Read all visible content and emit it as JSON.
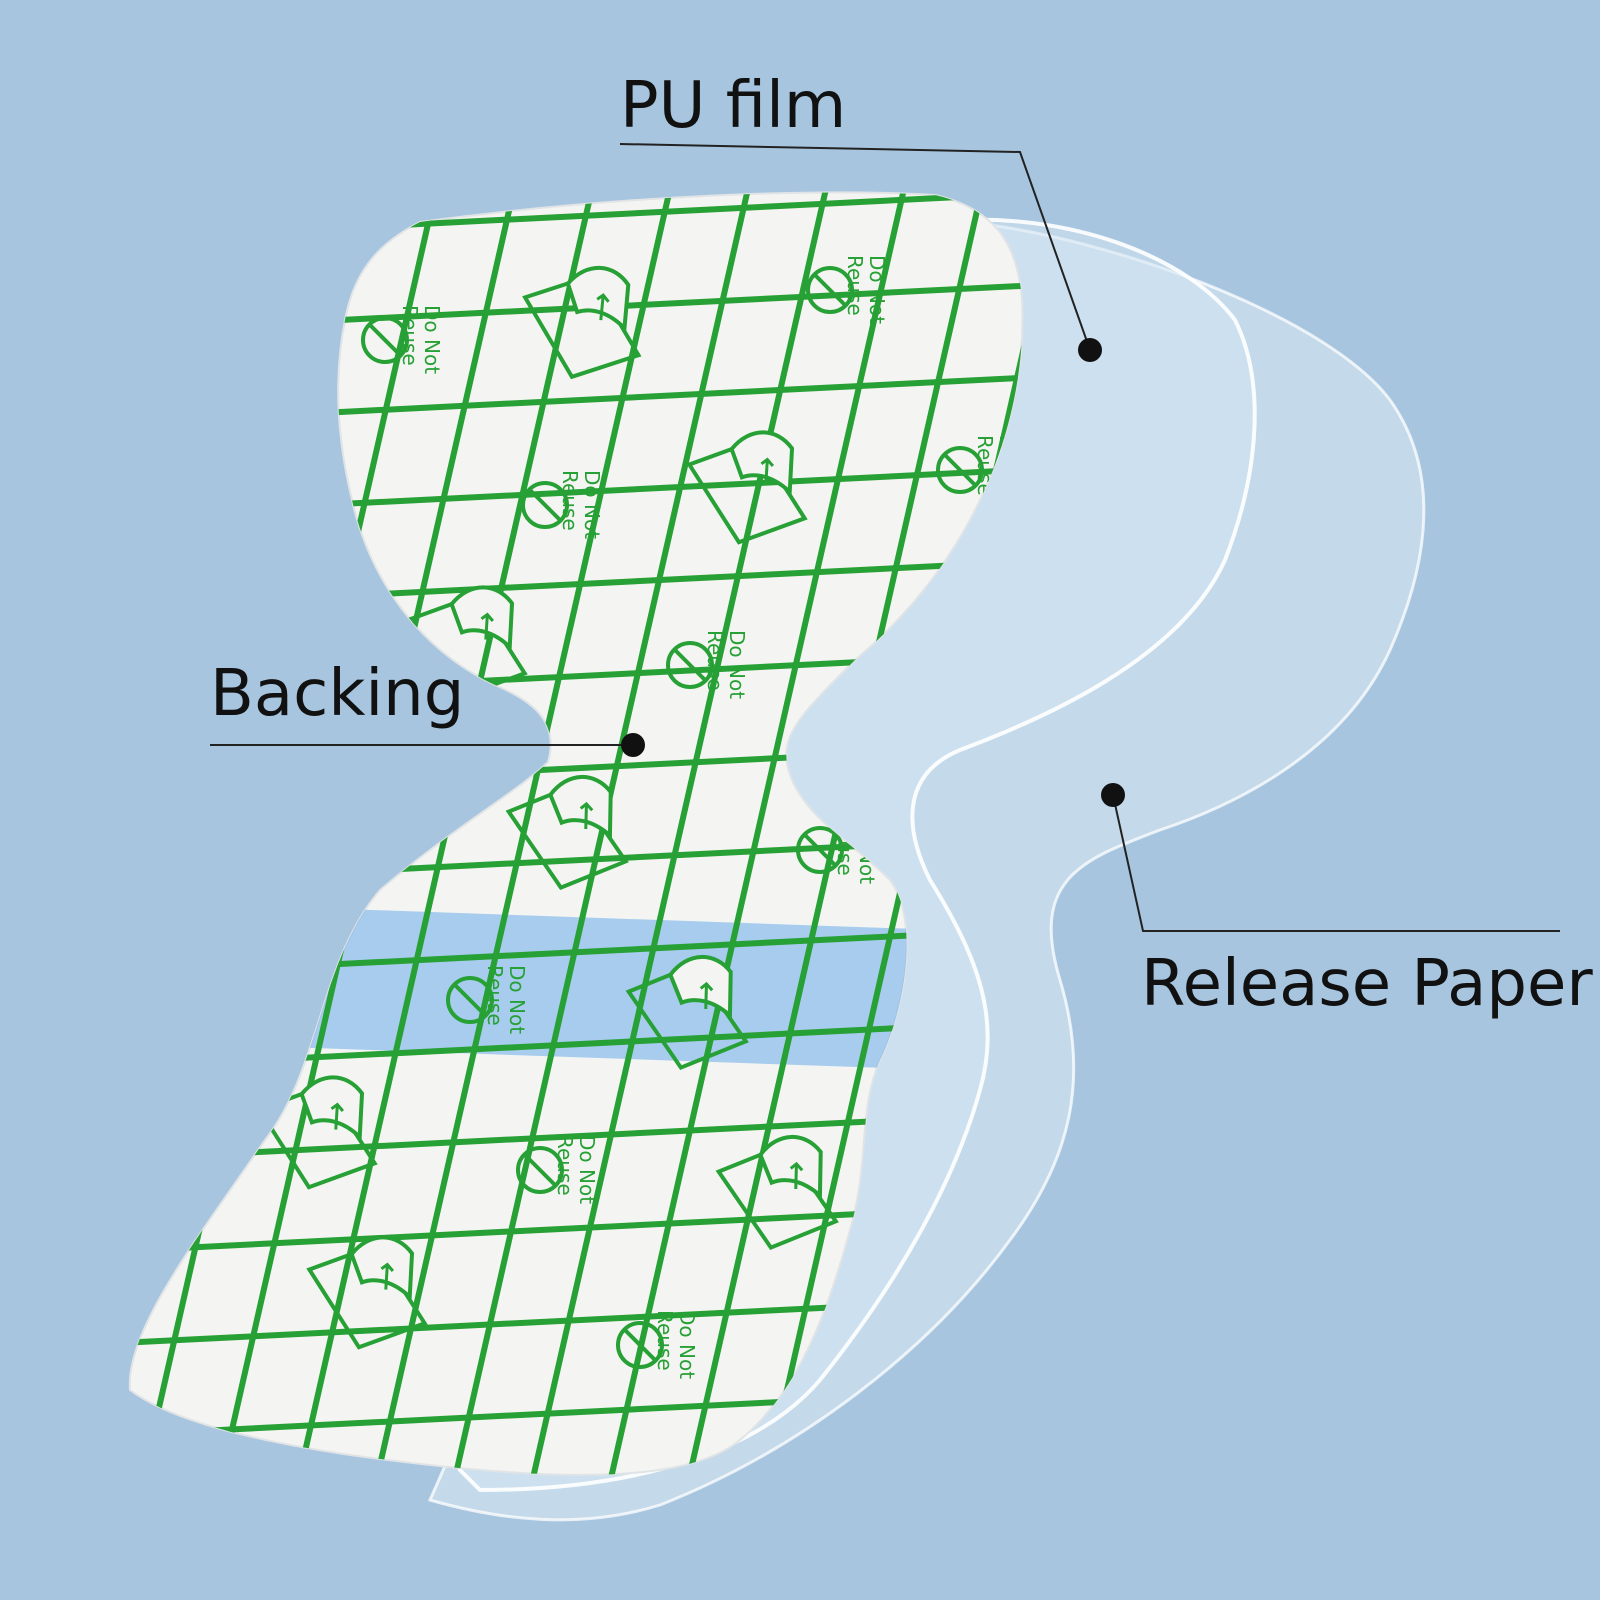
{
  "labels": {
    "pu_film": "PU film",
    "backing": "Backing",
    "release_paper": "Release Paper"
  },
  "print": {
    "warning_line1": "Do Not",
    "warning_line2": "Reuse"
  },
  "colors": {
    "background": "#a7c5df",
    "grid_green": "#27a035",
    "backing_white": "#f4f5f2",
    "film_tint": "#d6e5f2",
    "blue_stripe": "#6aa9ea",
    "leader_line": "#222222"
  },
  "icons": [
    "no-reuse-symbol-icon",
    "peel-sheet-icon"
  ]
}
